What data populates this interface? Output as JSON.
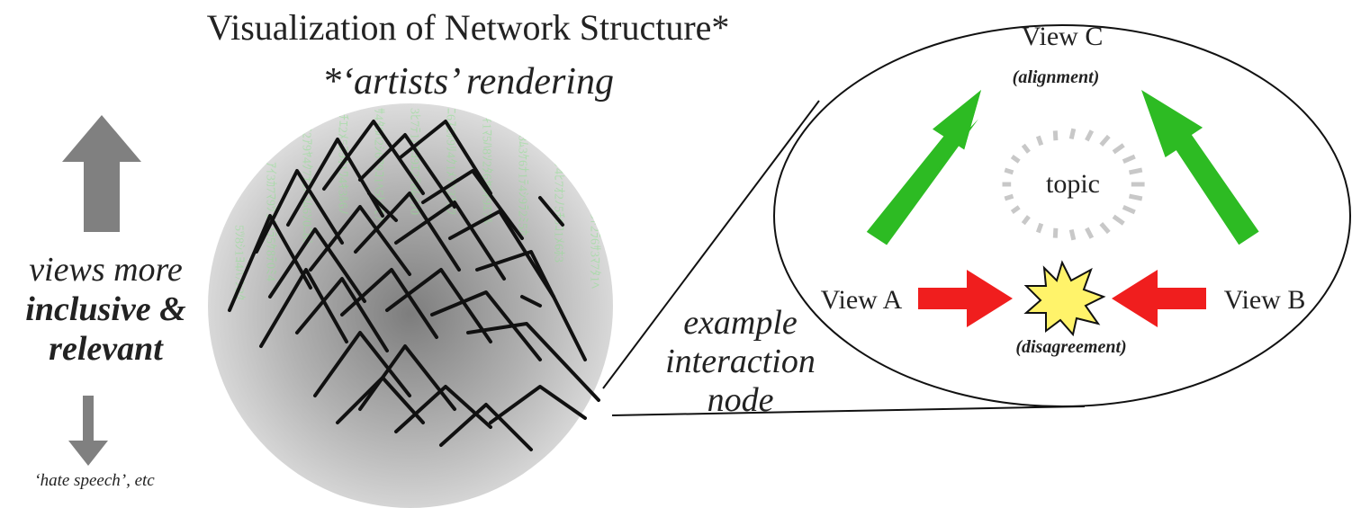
{
  "header": {
    "title": "Visualization of Network Structure*",
    "subtitle": "*‘artists’ rendering"
  },
  "left_panel": {
    "line1": "views more",
    "line2": "inclusive &",
    "line3": "relevant",
    "bottom_note": "‘hate speech’, etc",
    "arrow_color": "#808080"
  },
  "callout": {
    "line1": "example",
    "line2": "interaction",
    "line3": "node"
  },
  "inset": {
    "view_c": "View C",
    "alignment": "(alignment)",
    "topic": "topic",
    "view_a": "View A",
    "view_b": "View B",
    "disagreement": "(disagreement)",
    "alignment_color": "#2dbb23",
    "disagreement_color": "#f01e1e",
    "burst_color": "#fff36a"
  }
}
